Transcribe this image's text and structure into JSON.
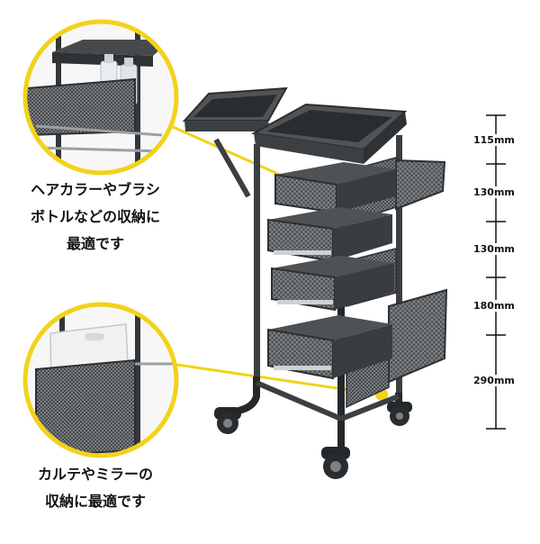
{
  "callouts": [
    {
      "lines": [
        "ヘアカラーやブラシ",
        "ボトルなどの収納に",
        "最適です"
      ]
    },
    {
      "lines": [
        "カルテやミラーの",
        "収納に最適です"
      ]
    }
  ],
  "dimensions": [
    "115mm",
    "130mm",
    "130mm",
    "180mm",
    "290mm"
  ],
  "colors": {
    "accent": "#f2d21b",
    "frame": "#3b3f42",
    "frame_dark": "#25282a",
    "basket": "#55595c",
    "text": "#111111"
  }
}
